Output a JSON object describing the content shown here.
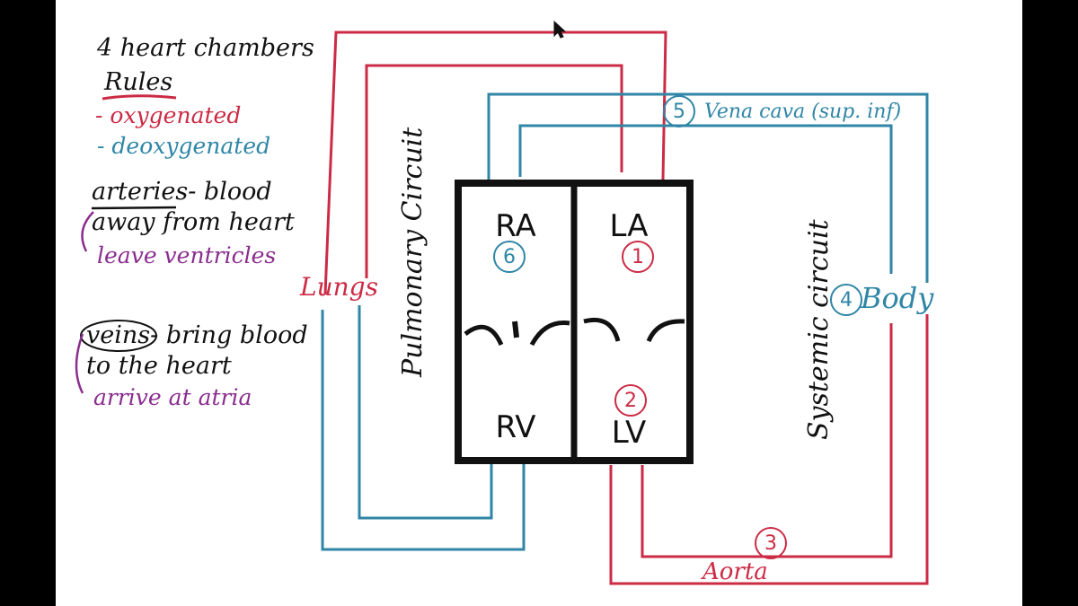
{
  "colors": {
    "oxygenated": "#cc2b45",
    "deoxygenated": "#2f86a6",
    "purple": "#8a2d8f",
    "ink": "#111111",
    "frame": "#000000"
  },
  "notes": {
    "title": "4 heart chambers",
    "rules": "Rules",
    "oxygenated": "- oxygenated",
    "deoxygenated": "- deoxygenated",
    "arteries_word": "arteries",
    "arteries_rest": "- blood",
    "arteries_line2": "away from heart",
    "arteries_line3": "leave ventricles",
    "veins_word": "veins",
    "veins_rest": "- bring blood",
    "veins_line2": "to the heart",
    "veins_line3": "arrive at atria"
  },
  "labels": {
    "pulmonary": "Pulmonary Circuit",
    "systemic": "Systemic circuit",
    "lungs": "Lungs",
    "body": "Body",
    "vena_cava": "Vena cava (sup. inf)",
    "aorta": "Aorta"
  },
  "chambers": {
    "ra": "RA",
    "la": "LA",
    "rv": "RV",
    "lv": "LV"
  },
  "steps": {
    "la": "1",
    "lv": "2",
    "aorta": "3",
    "body": "4",
    "vena_cava": "5",
    "ra": "6"
  }
}
